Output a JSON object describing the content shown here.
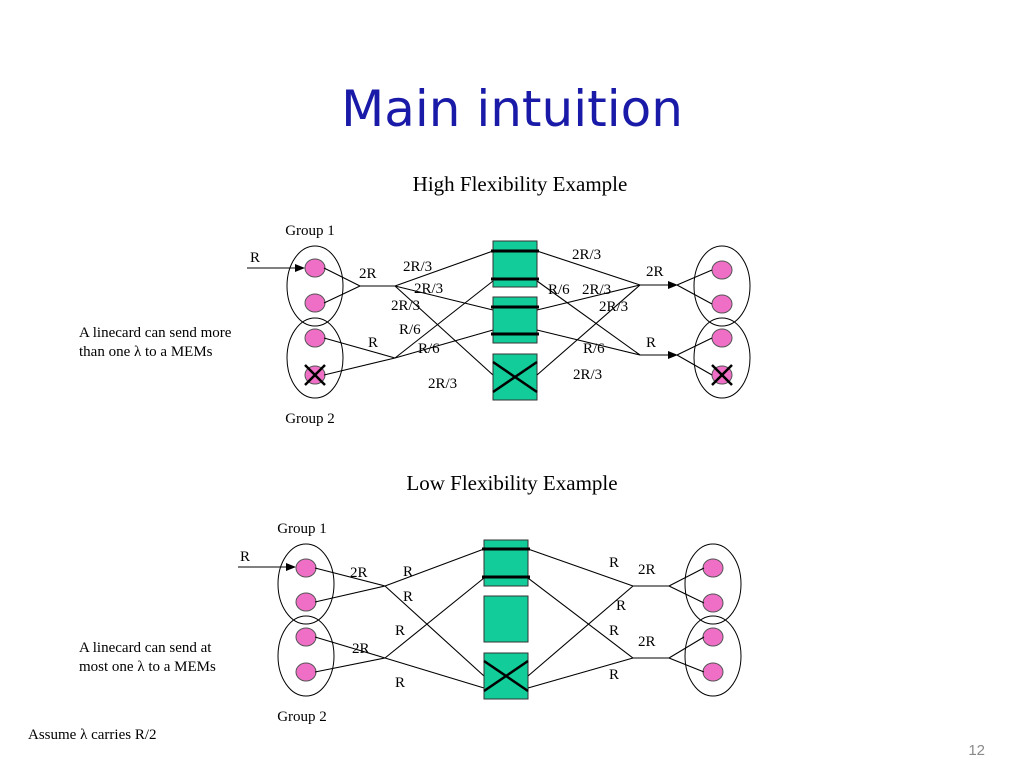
{
  "slide": {
    "title": "Main intuition",
    "page_number": "12",
    "footnote": "Assume λ carries R/2"
  },
  "high": {
    "heading": "High Flexibility Example",
    "note_line1": "A linecard can send more",
    "note_line2": "than one λ to a MEMs",
    "group1": "Group 1",
    "group2": "Group 2",
    "labels": {
      "in_r": "R",
      "left_2r": "2R",
      "left_r": "R",
      "l1": "2R/3",
      "l2": "2R/3",
      "l3": "2R/3",
      "l4": "R/6",
      "l5": "R/6",
      "l6": "2R/3",
      "r1": "2R/3",
      "r2": "R/6",
      "r3": "2R/3",
      "r4": "2R/3",
      "r5": "R/6",
      "r6": "2R/3",
      "right_2r": "2R",
      "right_r": "R"
    }
  },
  "low": {
    "heading": "Low Flexibility Example",
    "note_line1": "A linecard can send at",
    "note_line2": "most one λ to a MEMs",
    "group1": "Group 1",
    "group2": "Group 2",
    "labels": {
      "in_r": "R",
      "left_2r_top": "2R",
      "left_2r_bot": "2R",
      "l1": "R",
      "l2": "R",
      "l3": "R",
      "l4": "R",
      "r1": "R",
      "r2": "R",
      "r3": "R",
      "r4": "R",
      "right_2r_top": "2R",
      "right_2r_bot": "2R"
    }
  }
}
